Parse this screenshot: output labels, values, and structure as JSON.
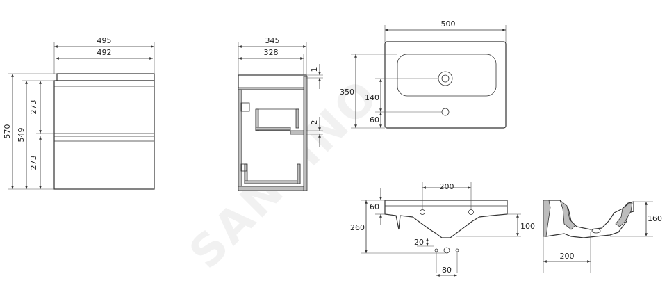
{
  "watermark": "SANTINO",
  "front_view": {
    "width_outer": "495",
    "width_inner": "492",
    "height_total": "570",
    "height_body": "549",
    "drawer_top": "273",
    "drawer_bottom": "273"
  },
  "side_view": {
    "depth_outer": "345",
    "depth_inner": "328",
    "gap_top": "1",
    "gap_mid": "2"
  },
  "basin_top": {
    "width": "500",
    "depth": "350",
    "tap_offset": "140",
    "overflow_offset": "60"
  },
  "basin_front": {
    "hole_spacing": "200",
    "rim_height": "60",
    "total_height": "260",
    "bowl_depth": "100",
    "drain_offset": "20",
    "drain_width": "80"
  },
  "basin_section": {
    "height": "160",
    "depth": "200"
  }
}
